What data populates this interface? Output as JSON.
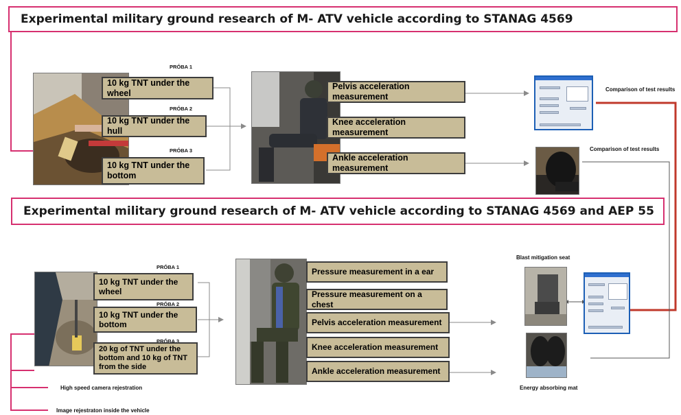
{
  "section1": {
    "title": "Experimental military ground research of M- ATV vehicle according to STANAG 4569",
    "probes": [
      "PRÓBA 1",
      "PRÓBA 2",
      "PRÓBA 3"
    ],
    "charges": [
      "10 kg TNT under the wheel",
      "10 kg TNT under the hull",
      "10 kg TNT under the bottom"
    ],
    "measurements": [
      "Pelvis acceleration measurement",
      "Knee acceleration measurement",
      "Ankle acceleration measurement"
    ],
    "comparison_labels": [
      "Comparison of test results",
      "Comparison of test results"
    ]
  },
  "section2": {
    "title": "Experimental military ground research of M- ATV vehicle according to STANAG 4569 and AEP 55",
    "probes": [
      "PRÓBA 1",
      "PRÓBA 2",
      "PRÓBA 3"
    ],
    "charges": [
      "10 kg TNT under the wheel",
      "10 kg TNT under the bottom",
      "20 kg of TNT under the bottom and 10 kg of TNT from the side"
    ],
    "measurements": [
      "Pressure measurement in a ear",
      "Pressure measurement on a chest",
      "Pelvis acceleration measurement",
      "Knee acceleration measurement",
      "Ankle acceleration measurement"
    ],
    "blast_seat_label": "Blast mitigation seat",
    "energy_mat_label": "Energy absorbing mat",
    "high_speed_label": "High speed camera rejestration",
    "image_reg_label": "Image rejestraton inside the vehicle"
  },
  "colors": {
    "accent": "#d62f6f",
    "box_fill": "#c8bc98",
    "connector": "#c0392b",
    "arrow": "#8a8a8a"
  }
}
